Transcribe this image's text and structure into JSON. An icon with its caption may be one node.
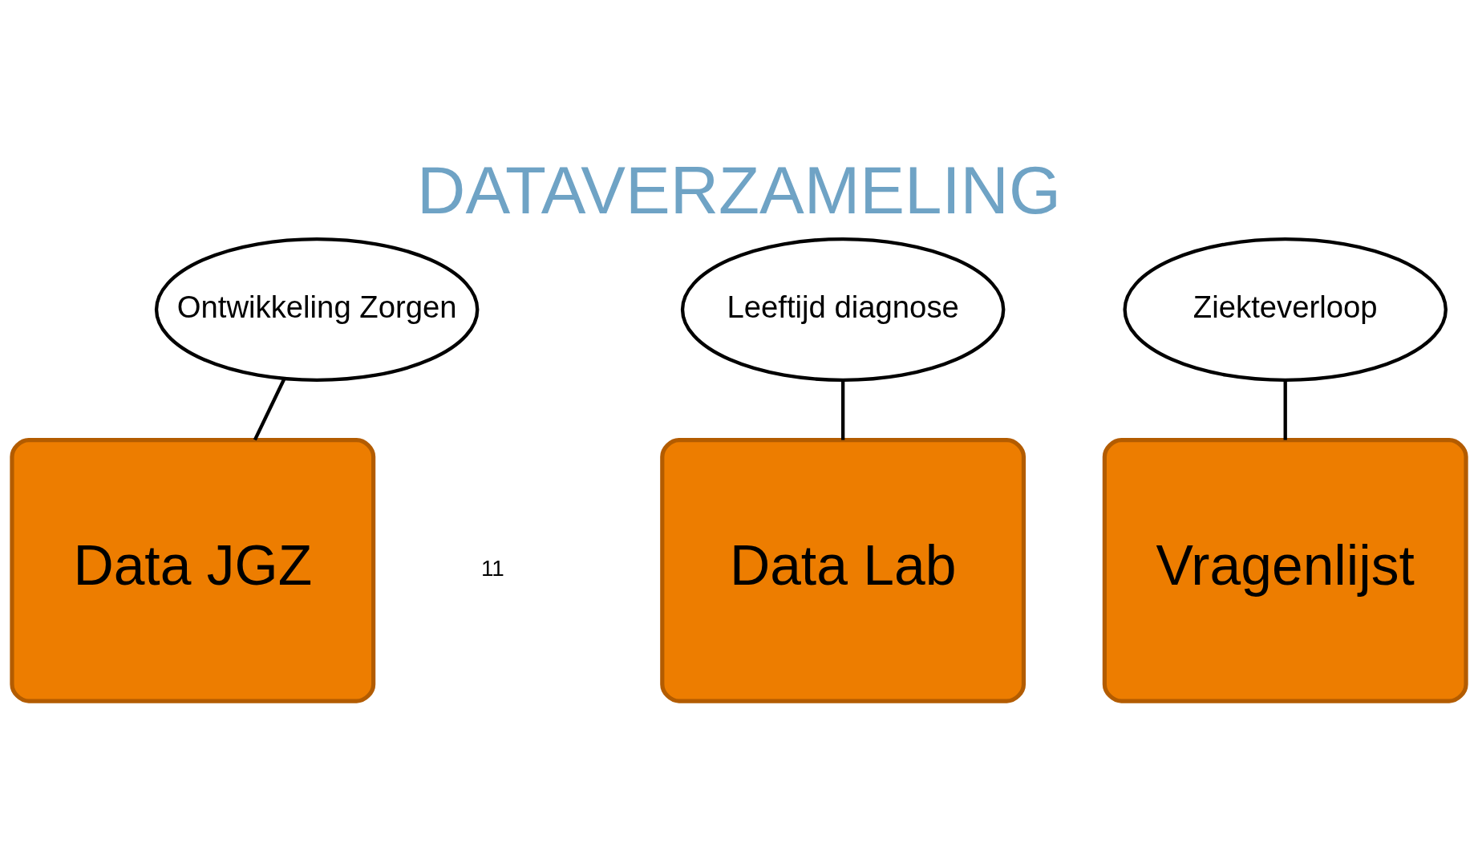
{
  "diagram": {
    "title": "DATAVERZAMELING",
    "nodes": [
      {
        "text": [
          "Data JGZ"
        ]
      },
      {
        "text": [
          "Leeftijd diagnose"
        ]
      },
      {
        "text": [
          "Data Lab"
        ]
      },
      {
        "text": [
          "Ziekteverloop"
        ]
      },
      {
        "text": [
          "Ontwikkeling Zorgen"
        ]
      },
      {
        "text": [
          "Vragenlijst"
        ]
      }
    ],
    "edges": [
      {
        "from": 1,
        "to": 2,
        "arrow": "none"
      },
      {
        "from": 3,
        "to": 5,
        "arrow": "none"
      },
      {
        "from": 4,
        "to": 0,
        "arrow": "none"
      }
    ],
    "labels": [
      "11"
    ]
  }
}
